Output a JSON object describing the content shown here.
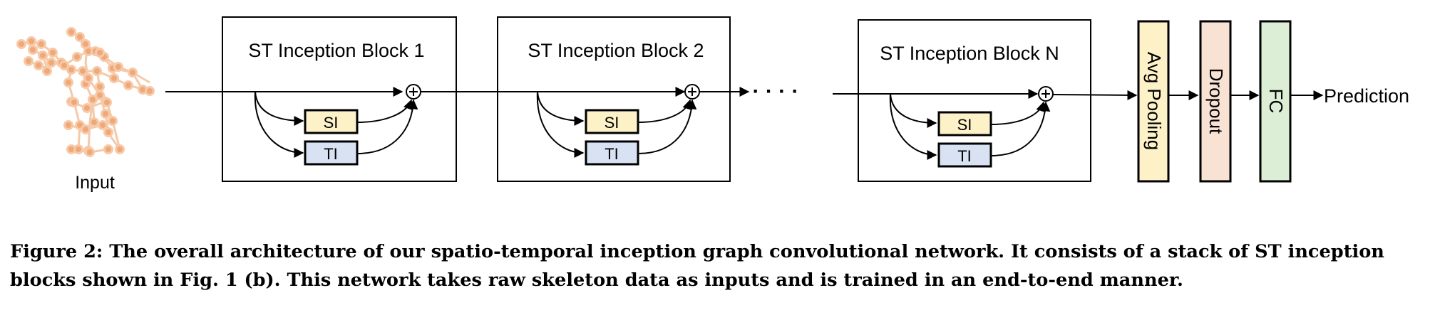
{
  "input_label": "Input",
  "blocks": [
    {
      "title": "ST Inception Block 1",
      "si_label": "SI",
      "ti_label": "TI"
    },
    {
      "title": "ST Inception Block 2",
      "si_label": "SI",
      "ti_label": "TI"
    },
    {
      "title": "ST Inception Block N",
      "si_label": "SI",
      "ti_label": "TI"
    }
  ],
  "ellipsis": "· · · ·",
  "layers": {
    "avg_pooling": "Avg Pooling",
    "dropout": "Dropout",
    "fc": "FC"
  },
  "output_label": "Prediction",
  "caption": "Figure 2: The overall architecture of our spatio-temporal inception graph convolutional network. It consists of a stack of ST inception blocks shown in Fig. 1 (b). This network takes raw skeleton data as inputs and is trained in an end-to-end manner.",
  "colors": {
    "si_fill": "#fdf1c8",
    "ti_fill": "#d9e2f3",
    "avg_pooling_fill": "#fdf1c8",
    "dropout_fill": "#f8e2d4",
    "fc_fill": "#dcefd6",
    "skeleton_joint": "#f0a878",
    "skeleton_bone": "#f6c9a8"
  }
}
